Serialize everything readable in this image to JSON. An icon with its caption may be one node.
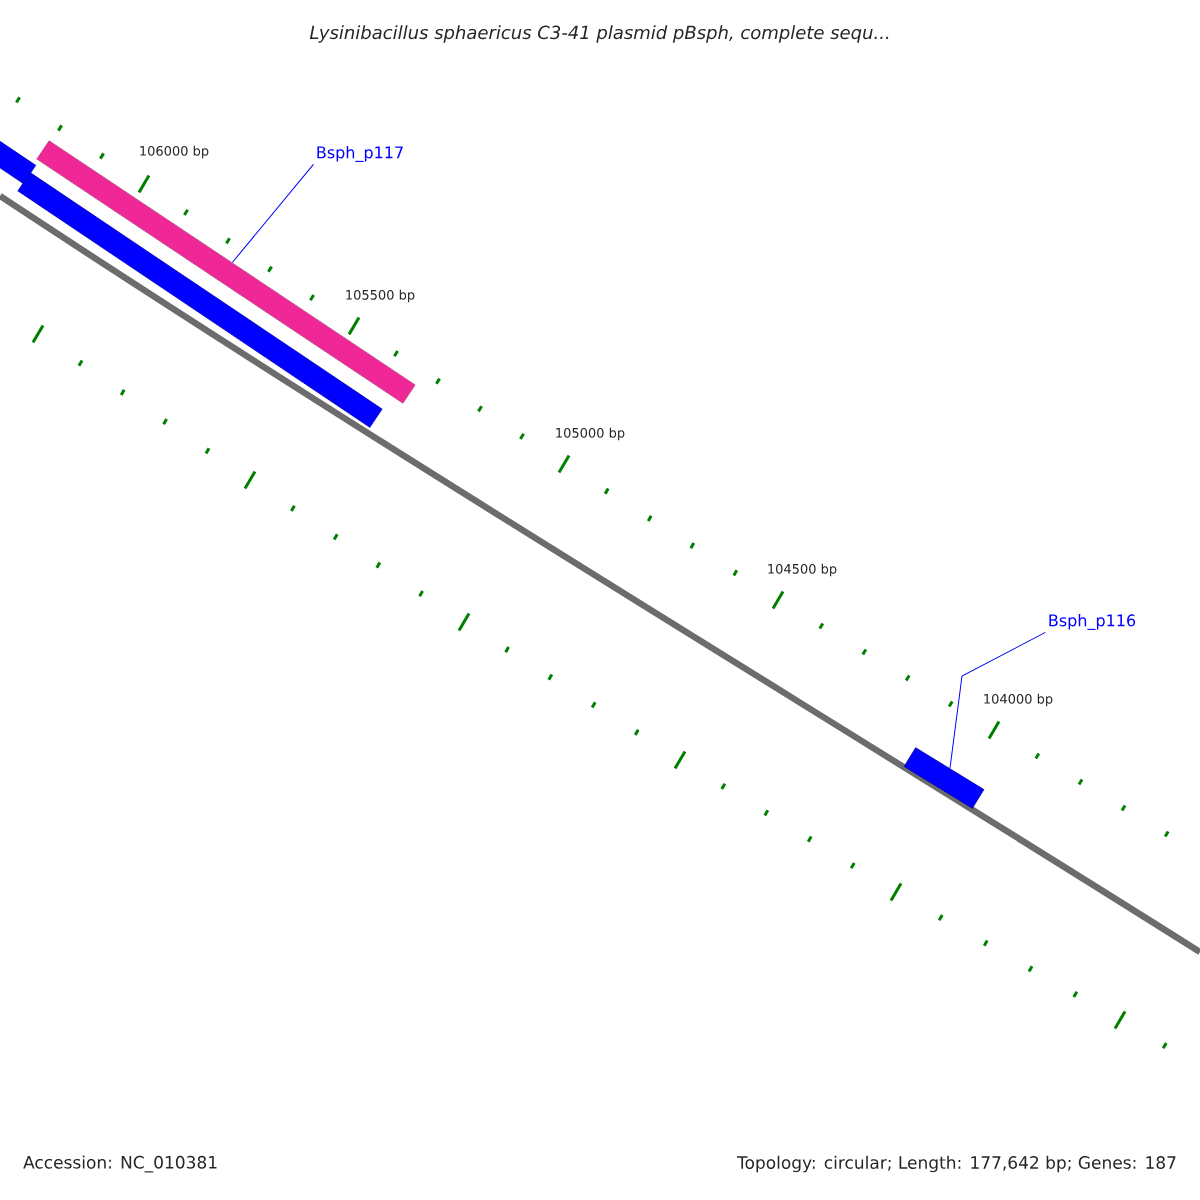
{
  "diagram": {
    "title": "Lysinibacillus sphaericus C3-41 plasmid pBsph, complete sequ...",
    "nodes": [
      {
        "text": [
          "Bsph_p117"
        ]
      },
      {
        "text": [],
        "shape": "bar"
      },
      {
        "text": [],
        "shape": "bar"
      },
      {
        "text": [],
        "shape": "bar"
      },
      {
        "text": [
          "Bsph_p116"
        ]
      },
      {
        "text": [],
        "shape": "bar"
      }
    ],
    "edges": [
      {
        "from": 0,
        "to": 1,
        "arrow": "none"
      },
      {
        "from": 4,
        "to": 5,
        "arrow": "none"
      }
    ],
    "labels": [
      "106000 bp",
      "105500 bp",
      "105000 bp",
      "104500 bp",
      "104000 bp",
      "Accession: NC_010381",
      "Topology: circular; Length: 177,642 bp; Genes: 187"
    ]
  }
}
